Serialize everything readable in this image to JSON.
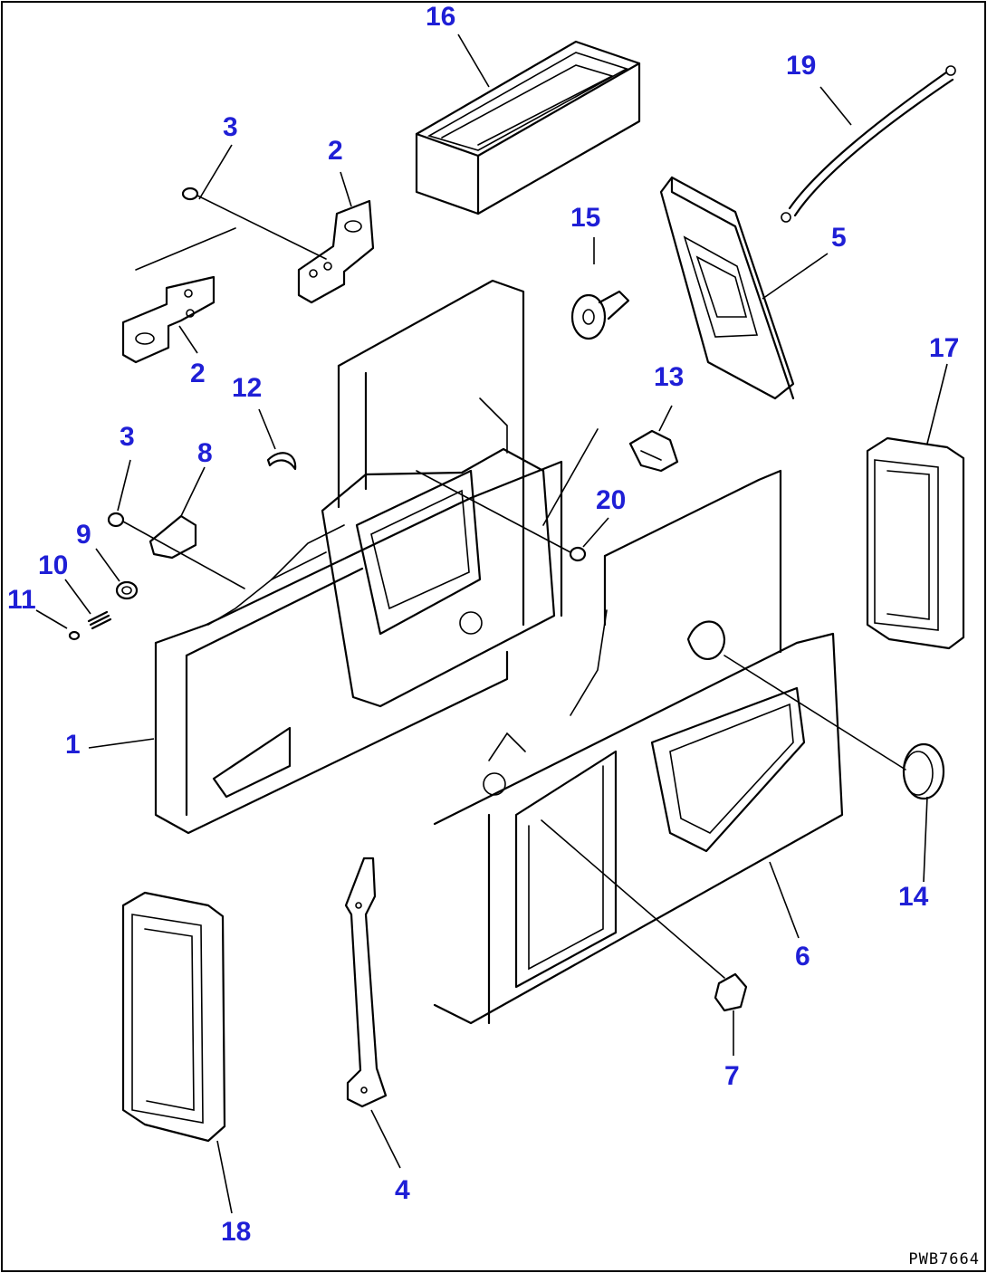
{
  "drawing_code": "PWB7664",
  "callouts": [
    {
      "id": "c1",
      "label": "1"
    },
    {
      "id": "c2a",
      "label": "2"
    },
    {
      "id": "c2b",
      "label": "2"
    },
    {
      "id": "c3a",
      "label": "3"
    },
    {
      "id": "c3b",
      "label": "3"
    },
    {
      "id": "c4",
      "label": "4"
    },
    {
      "id": "c5",
      "label": "5"
    },
    {
      "id": "c6",
      "label": "6"
    },
    {
      "id": "c7",
      "label": "7"
    },
    {
      "id": "c8",
      "label": "8"
    },
    {
      "id": "c9",
      "label": "9"
    },
    {
      "id": "c10",
      "label": "10"
    },
    {
      "id": "c11",
      "label": "11"
    },
    {
      "id": "c12",
      "label": "12"
    },
    {
      "id": "c13",
      "label": "13"
    },
    {
      "id": "c14",
      "label": "14"
    },
    {
      "id": "c15",
      "label": "15"
    },
    {
      "id": "c16",
      "label": "16"
    },
    {
      "id": "c17",
      "label": "17"
    },
    {
      "id": "c18",
      "label": "18"
    },
    {
      "id": "c19",
      "label": "19"
    },
    {
      "id": "c20",
      "label": "20"
    }
  ]
}
